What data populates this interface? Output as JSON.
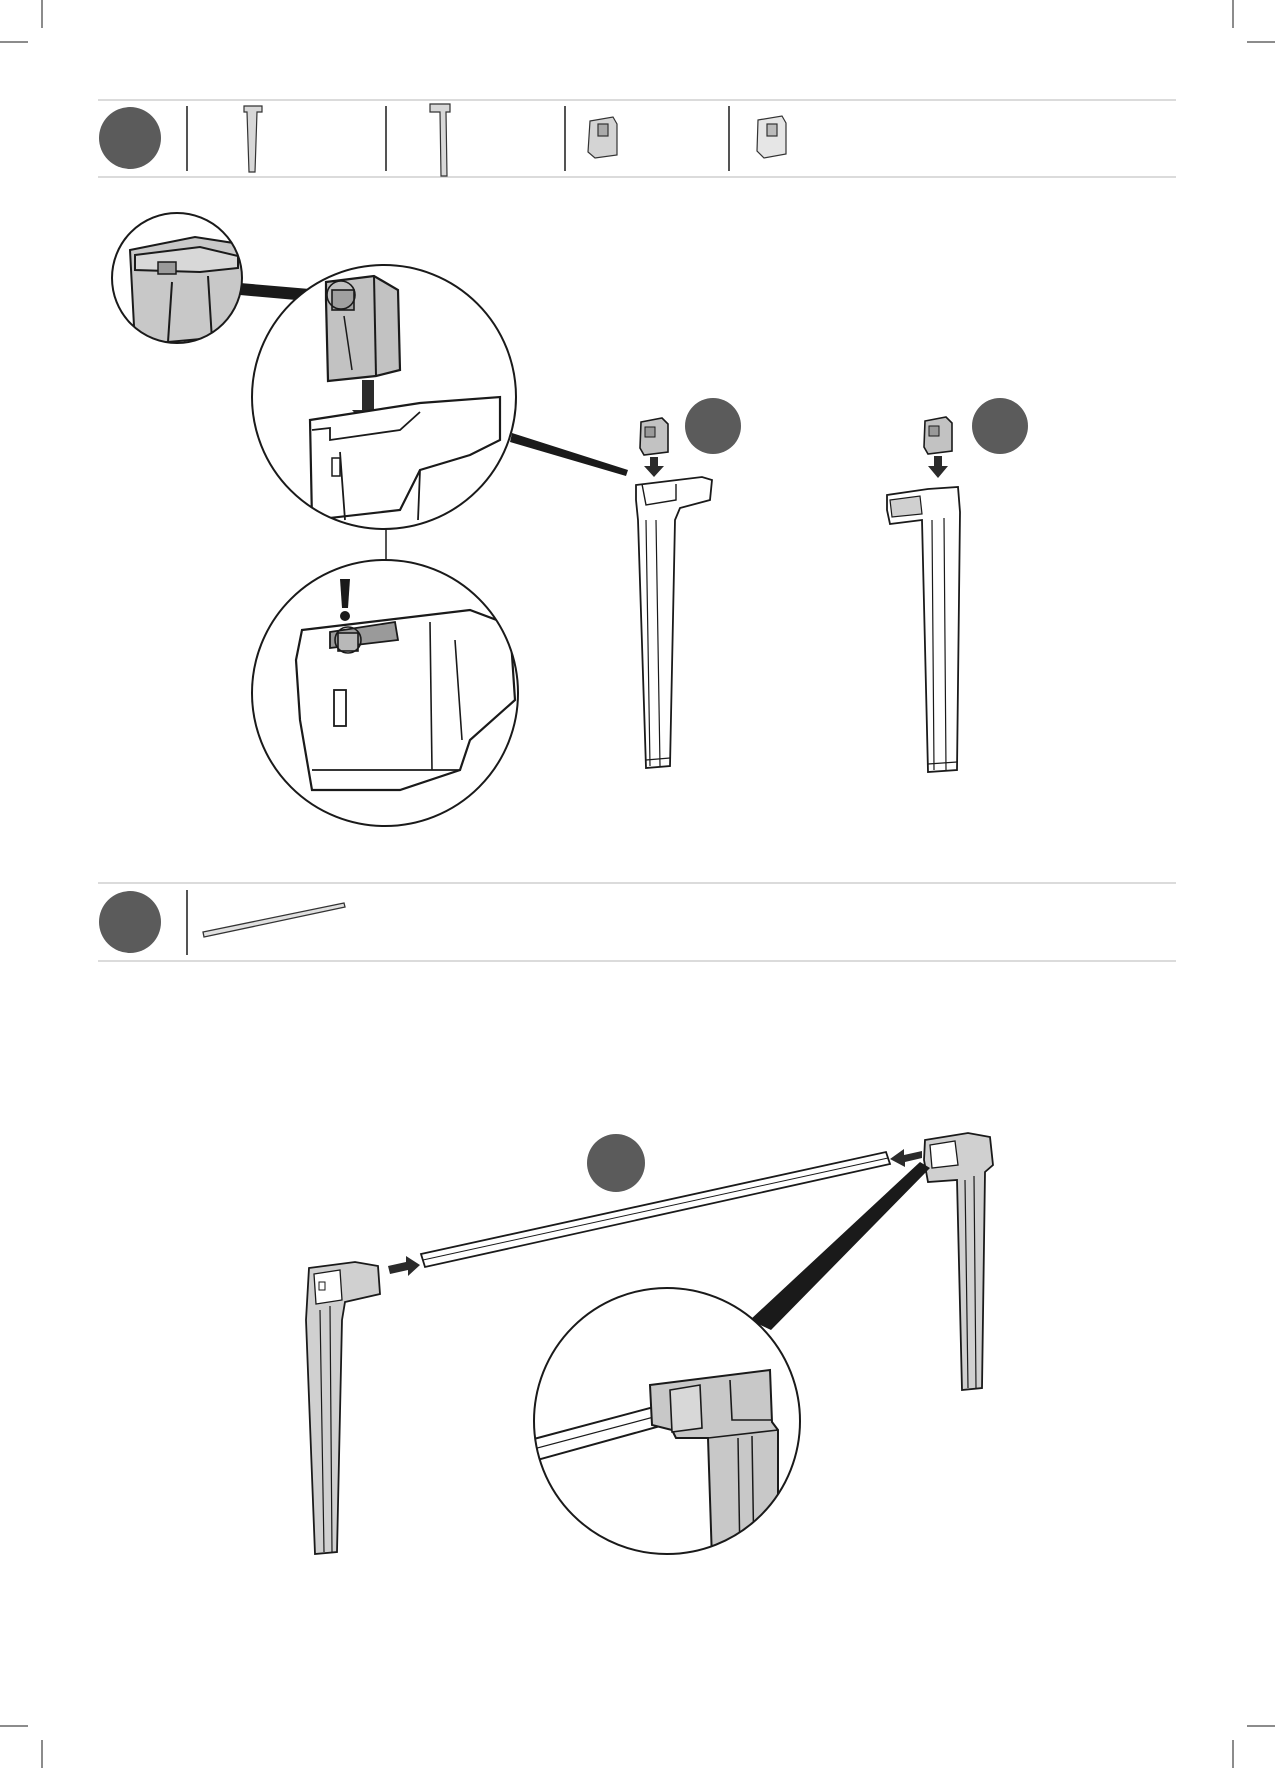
{
  "page": {
    "type": "assembly-instructions",
    "colors": {
      "background": "#ffffff",
      "step_badge": "#5b5b5b",
      "rule": "#cfcfcf",
      "part_fill": "#c4c4c4",
      "part_dark": "#8c8c8c",
      "line": "#1a1a1a",
      "arrow": "#2b2b2b"
    }
  },
  "steps": [
    {
      "id": "step-a",
      "parts": [
        "table-leg-icon",
        "table-leg-icon",
        "corner-bracket-icon",
        "corner-bracket-icon"
      ],
      "details": [
        "bracket-slide-down-detail",
        "bracket-locked-detail",
        "leg-with-bracket-left",
        "leg-with-bracket-right"
      ]
    },
    {
      "id": "step-b",
      "parts": [
        "crossbar-rail-icon"
      ],
      "details": [
        "rail-between-legs",
        "rail-joint-detail"
      ]
    }
  ],
  "symbols": {
    "warning": "!"
  }
}
